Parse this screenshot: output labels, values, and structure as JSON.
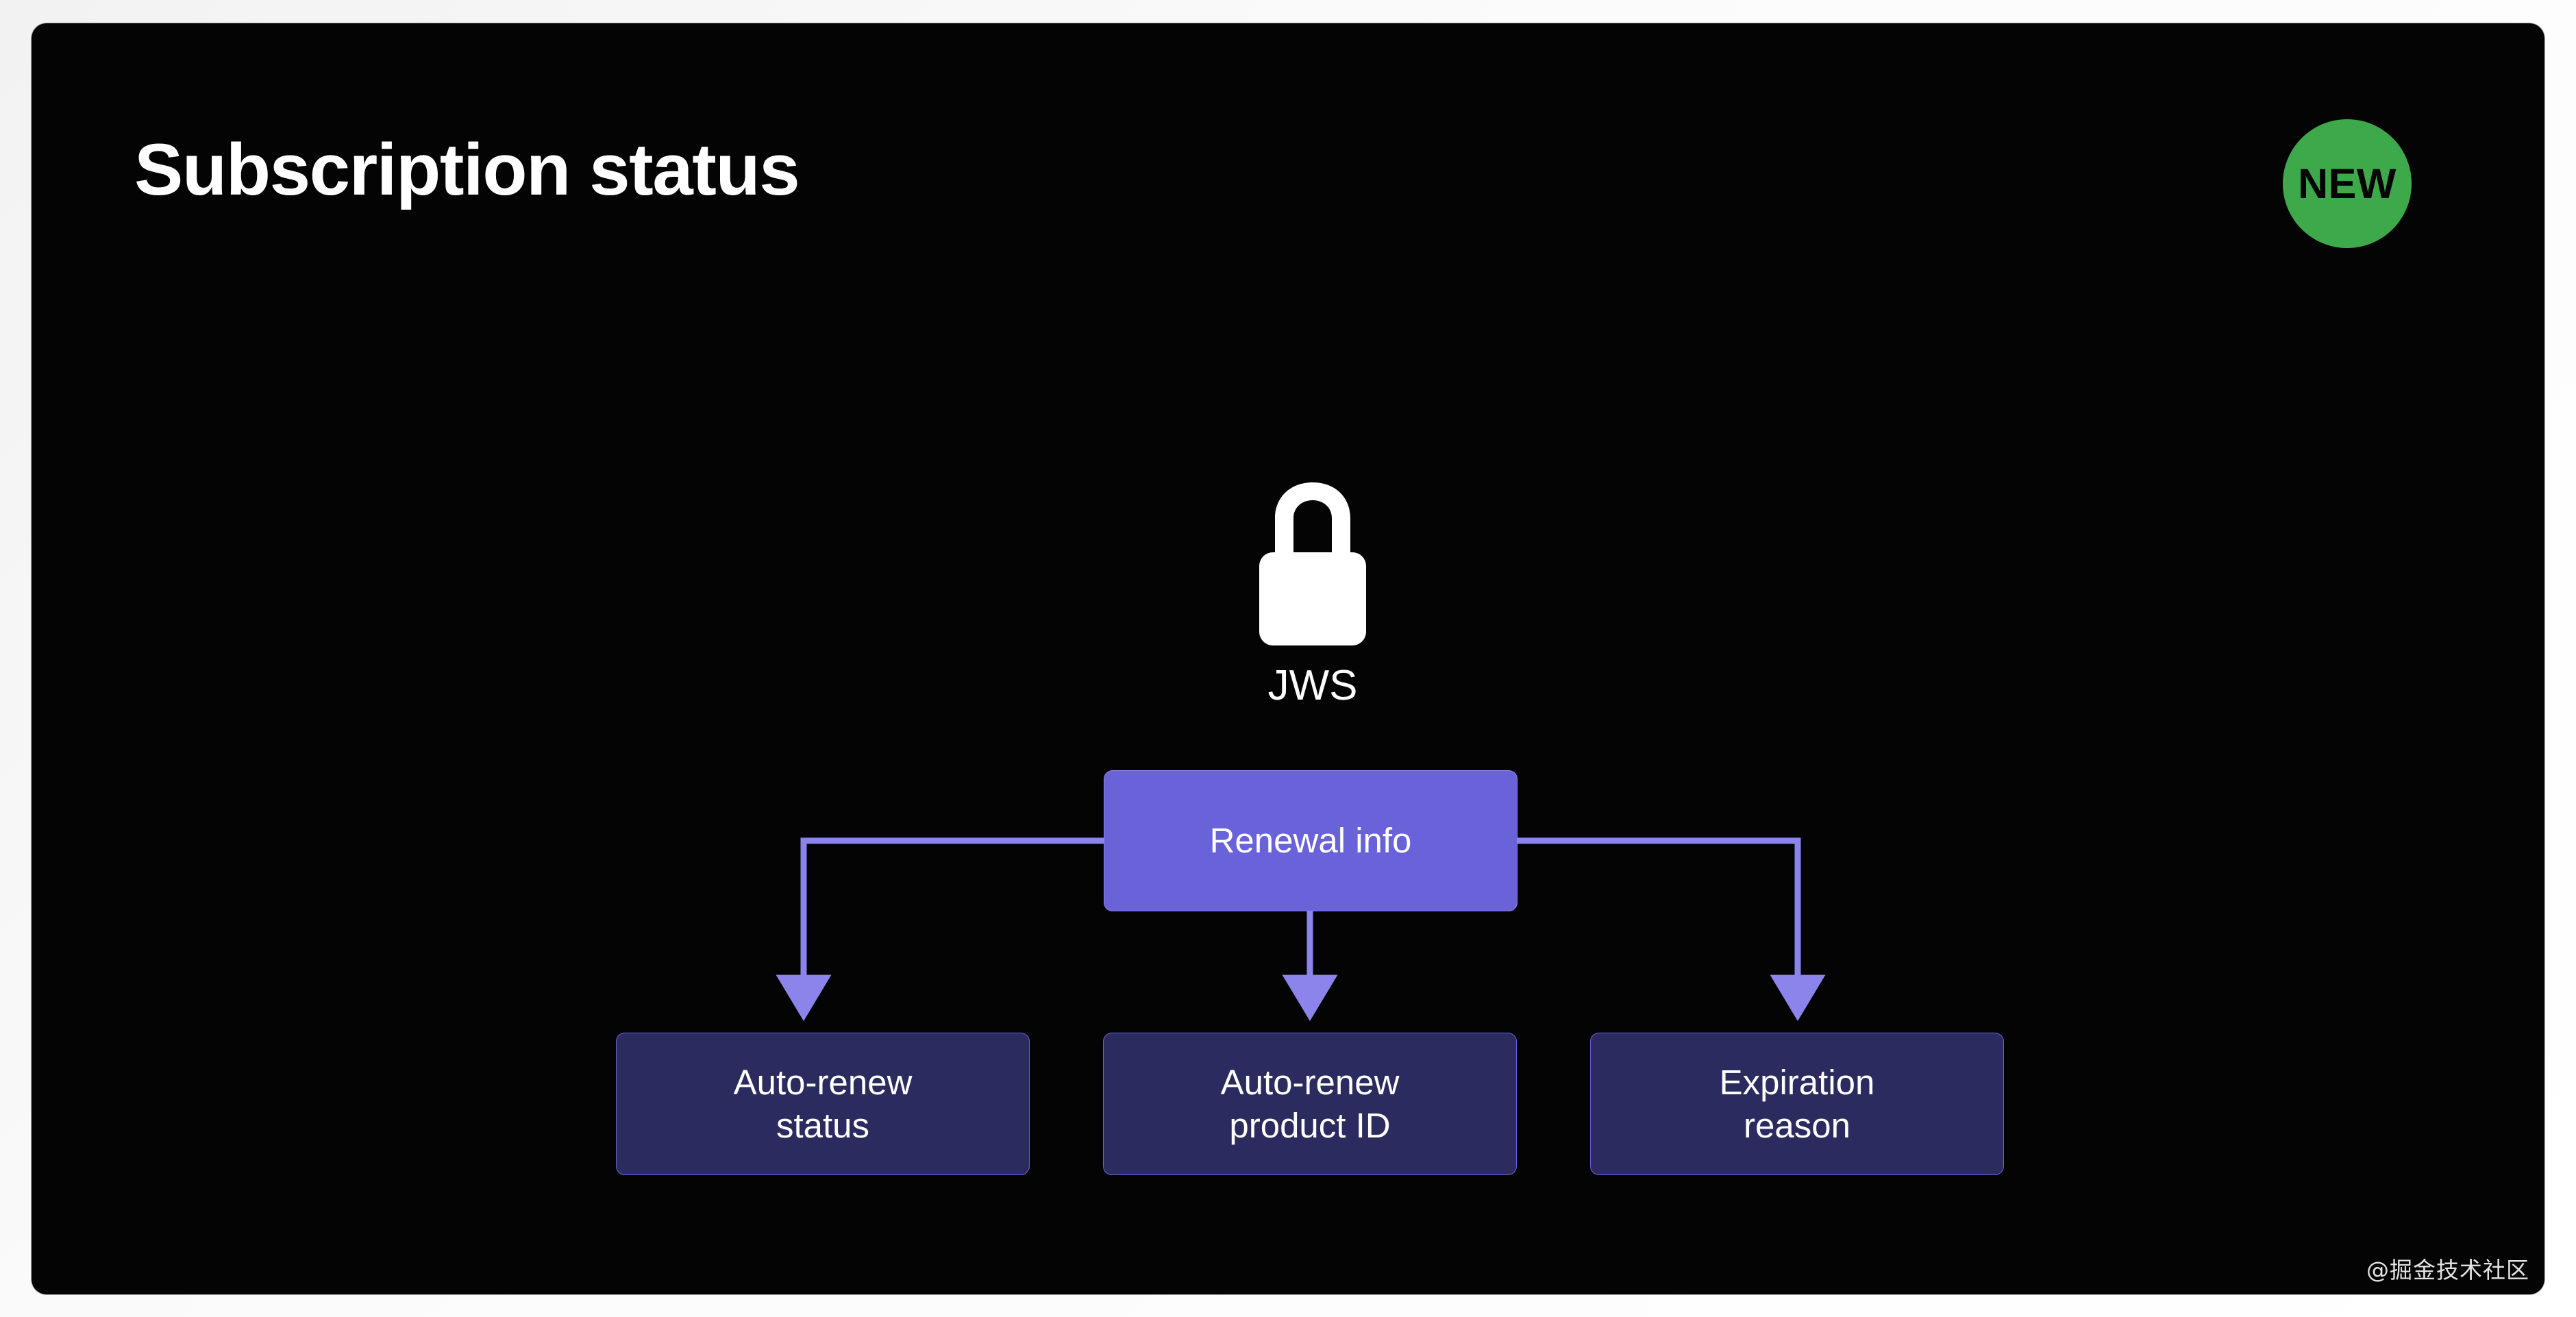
{
  "slide": {
    "title": "Subscription status",
    "background_color": "#040404",
    "badge": {
      "label": "NEW",
      "color": "#3ea94a",
      "text_color": "#050505"
    },
    "watermark": "@掘金技术社区"
  },
  "diagram": {
    "type": "tree",
    "accent_color": "#6a62d9",
    "child_fill_color": "#2c2b5f",
    "source": {
      "icon": "lock-icon",
      "label": "JWS"
    },
    "root": {
      "label": "Renewal info",
      "fill": "#6a62d9"
    },
    "children": [
      {
        "label_line1": "Auto-renew",
        "label_line2": "status",
        "label": "Auto-renew status"
      },
      {
        "label_line1": "Auto-renew",
        "label_line2": "product ID",
        "label": "Auto-renew product ID"
      },
      {
        "label_line1": "Expiration",
        "label_line2": "reason",
        "label": "Expiration reason"
      }
    ]
  }
}
